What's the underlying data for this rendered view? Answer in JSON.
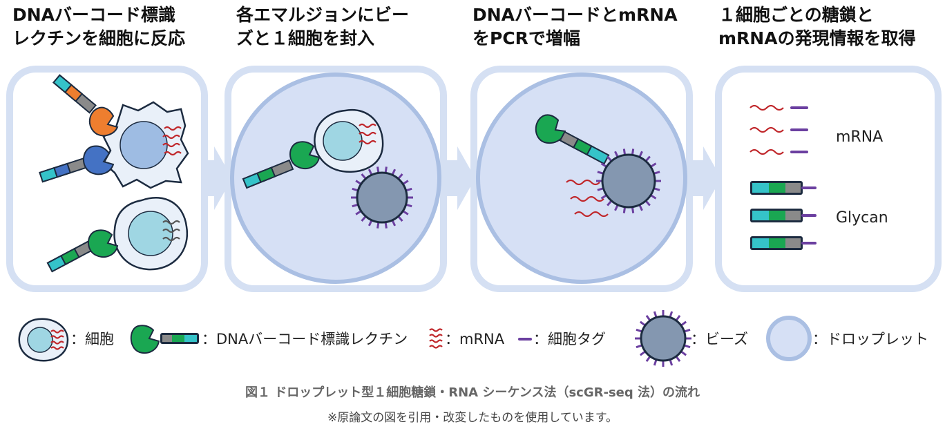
{
  "steps": [
    {
      "title_lines": [
        "DNAバーコード標識",
        "レクチンを細胞に反応"
      ]
    },
    {
      "title_lines": [
        "各エマルジョンにビー",
        "ズと１細胞を封入"
      ]
    },
    {
      "title_lines": [
        "DNAバーコードとmRNA",
        "をPCRで増幅"
      ]
    },
    {
      "title_lines": [
        "１細胞ごとの糖鎖と",
        "mRNAの発現情報を取得"
      ]
    }
  ],
  "result_labels": {
    "mrna": "mRNA",
    "glycan": "Glycan"
  },
  "legend": {
    "cell": "：細胞",
    "lectin": "：DNAバーコード標識レクチン",
    "mrna": "：mRNA",
    "tag": "：細胞タグ",
    "bead": "：ビーズ",
    "droplet": "：ドロップレット"
  },
  "caption": "図１ ドロップレット型１細胞糖鎖・RNA シーケンス法（scGR-seq 法）の流れ",
  "note": "※原論文の図を引用・改変したものを使用しています。",
  "colors": {
    "panel_border": "#d5e0f3",
    "droplet_fill": "#d6e0f5",
    "droplet_border": "#aabfe3",
    "cell_fill": "#e9f0f9",
    "nucleus": "#9fd6e3",
    "nucleus_blue": "#9ebce3",
    "lectin_orange": "#ee7e2f",
    "lectin_blue": "#4472c4",
    "lectin_green": "#1aa752",
    "barcode_cyan": "#35c3c9",
    "barcode_gray": "#8a8a8a",
    "mrna_red": "#c0262a",
    "tag_purple": "#6b3fa0",
    "bead_fill": "#8497b0",
    "outline": "#1c2b40"
  }
}
